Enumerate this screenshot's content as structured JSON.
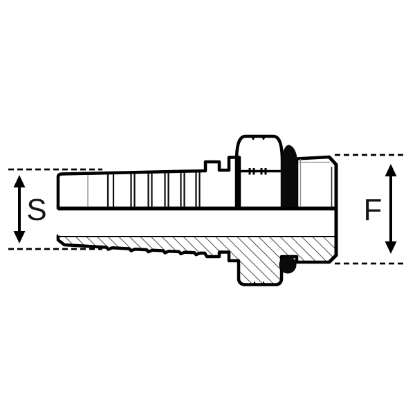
{
  "figure": {
    "type": "technical-drawing",
    "view": "side half-section of a hose fitting: barbed shank, hex nut, male thread",
    "labels": {
      "s": "S",
      "f": "F"
    },
    "colors": {
      "outline": "#000000",
      "body_fill": "#c6c6c6",
      "seal_fill": "#0a0a0a",
      "background": "#ffffff"
    }
  }
}
